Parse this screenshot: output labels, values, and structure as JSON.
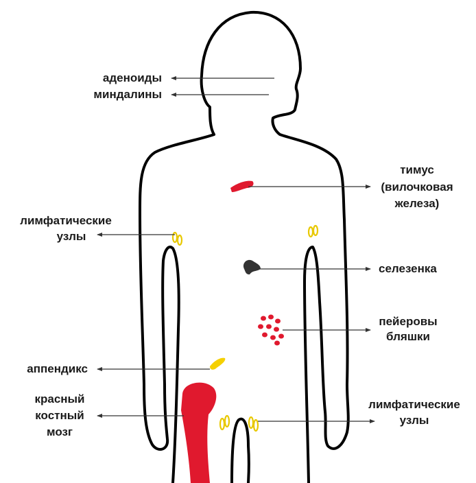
{
  "labels": {
    "adenoids": "аденоиды",
    "tonsils": "миндалины",
    "thymus": [
      "тимус",
      "(вилочковая",
      "железа)"
    ],
    "lymph_nodes_upper": [
      "лимфатические",
      "узлы"
    ],
    "spleen": "селезенка",
    "peyers_patches": [
      "пейеровы",
      "бляшки"
    ],
    "appendix": "аппендикс",
    "bone_marrow": [
      "красный",
      "костный",
      "мозг"
    ],
    "lymph_nodes_lower": [
      "лимфатические",
      "узлы"
    ]
  },
  "colors": {
    "outline": "#000000",
    "thymus": "#e0192e",
    "spleen": "#333333",
    "peyers_patches": "#e0192e",
    "appendix": "#f5d000",
    "bone_marrow": "#e0192e",
    "lymph_nodes": "#e8c800",
    "arrow": "#333333"
  }
}
